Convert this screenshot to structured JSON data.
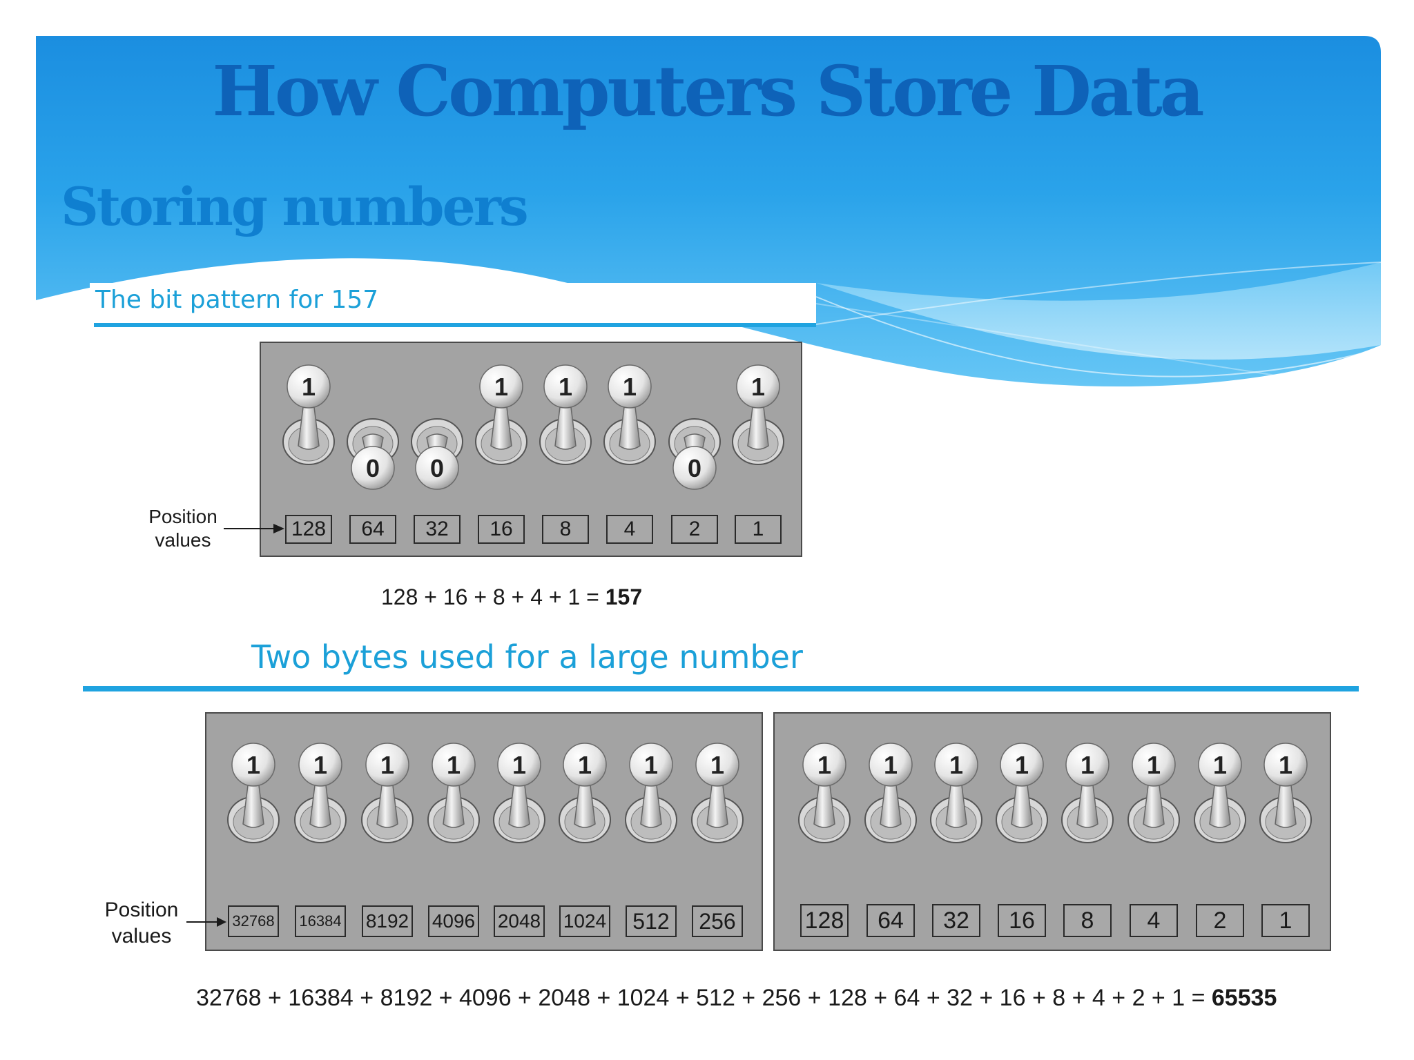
{
  "title": "How Computers Store Data",
  "subtitle": "Storing numbers",
  "colors": {
    "header_blue": "#1a8fe0",
    "title_text": "#0e62b8",
    "subtitle_text": "#0f7fd0",
    "section_text": "#1ba0d8",
    "panel_gray": "#a3a3a3"
  },
  "section1": {
    "title": "The bit pattern for 157",
    "bits": [
      "1",
      "0",
      "0",
      "1",
      "1",
      "1",
      "0",
      "1"
    ],
    "position_values": [
      "128",
      "64",
      "32",
      "16",
      "8",
      "4",
      "2",
      "1"
    ],
    "position_label_line1": "Position",
    "position_label_line2": "values",
    "equation_terms": "128 + 16 + 8 + 4 + 1 = ",
    "equation_result": "157"
  },
  "section2": {
    "title": "Two bytes used for a large number",
    "byte1": {
      "bits": [
        "1",
        "1",
        "1",
        "1",
        "1",
        "1",
        "1",
        "1"
      ],
      "position_values": [
        "32768",
        "16384",
        "8192",
        "4096",
        "2048",
        "1024",
        "512",
        "256"
      ]
    },
    "byte2": {
      "bits": [
        "1",
        "1",
        "1",
        "1",
        "1",
        "1",
        "1",
        "1"
      ],
      "position_values": [
        "128",
        "64",
        "32",
        "16",
        "8",
        "4",
        "2",
        "1"
      ]
    },
    "position_label_line1": "Position",
    "position_label_line2": "values",
    "equation_terms": "32768 + 16384 + 8192 + 4096 + 2048 + 1024 + 512 + 256 + 128 + 64 + 32 + 16 + 8 + 4 + 2 + 1 = ",
    "equation_result": "65535"
  }
}
